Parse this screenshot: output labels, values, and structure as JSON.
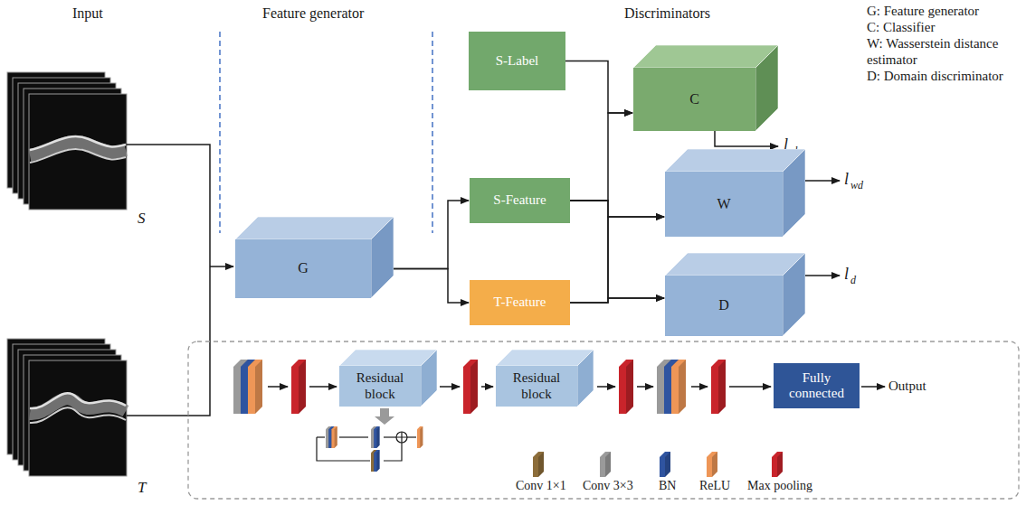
{
  "diagram": {
    "nodes": [
      {
        "text": [
          "G"
        ]
      },
      {
        "text": [
          "S-Label"
        ]
      },
      {
        "text": [
          "S-Feature"
        ]
      },
      {
        "text": [
          "T-Feature"
        ]
      },
      {
        "text": [
          "C"
        ]
      },
      {
        "text": [
          "W"
        ]
      },
      {
        "text": [
          "D"
        ]
      },
      {
        "text": [
          "Residual block"
        ]
      },
      {
        "text": [
          "Residual block"
        ]
      },
      {
        "text": [
          "Fully connected"
        ]
      }
    ],
    "edges": [
      {
        "from": 0,
        "to": 2,
        "arrow": "to"
      },
      {
        "from": 0,
        "to": 3,
        "arrow": "to"
      },
      {
        "from": 1,
        "to": 4,
        "arrow": "to"
      },
      {
        "from": 2,
        "to": 4,
        "arrow": "to"
      },
      {
        "from": 2,
        "to": 5,
        "arrow": "to"
      },
      {
        "from": 2,
        "to": 6,
        "arrow": "to"
      },
      {
        "from": 3,
        "to": 5,
        "arrow": "to"
      },
      {
        "from": 3,
        "to": 6,
        "arrow": "to"
      }
    ],
    "labels": [
      "Input",
      "Feature generator",
      "Discriminators",
      "G: Feature generator",
      "C: Classifier",
      "W: Wasserstein distance estimator",
      "D: Domain discriminator",
      "S",
      "T",
      "l",
      "cls",
      "l",
      "wd",
      "l",
      "d",
      "Output"
    ],
    "legend": [
      {
        "text": "Conv 1×1",
        "color": "#8c6d3a"
      },
      {
        "text": "Conv 3×3",
        "color": "#9a9a9a"
      },
      {
        "text": "BN",
        "color": "#2f54a0"
      },
      {
        "text": "ReLU",
        "color": "#ee9657"
      },
      {
        "text": "Max pooling",
        "color": "#c9242b"
      }
    ]
  }
}
